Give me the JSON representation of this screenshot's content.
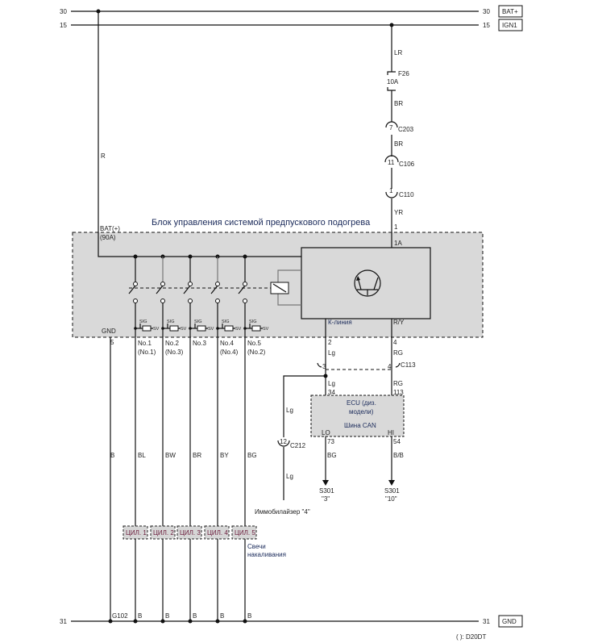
{
  "rails": {
    "bat_num_left": "30",
    "bat_num_right": "30",
    "bat_label": "BAT+",
    "ign_num_left": "15",
    "ign_num_right": "15",
    "ign_label": "IGN1",
    "gnd_num_left": "31",
    "gnd_num_right": "31",
    "gnd_label": "GND"
  },
  "feed": {
    "r_wire": "R",
    "lr": "LR",
    "fuse": "F26",
    "fuse_rating": "10A",
    "br1": "BR",
    "c203_pin": "7",
    "c203": "C203",
    "br2": "BR",
    "c106_pin": "11",
    "c106": "C106",
    "c110_pin": "1",
    "c110": "C110",
    "yr": "YR",
    "pin1": "1",
    "pin1a": "1A"
  },
  "module": {
    "title": "Блок управления системой предпускового подогрева",
    "bat": "BAT(+)",
    "bat_rating": "(90A)",
    "gnd": "GND",
    "gnd_pin": "5",
    "k_line": "К-линия",
    "ry": "R/Y",
    "sig": "SIG",
    "sv": "SV",
    "outputs": [
      {
        "name": "No.1",
        "alt": "(No.1)",
        "wire": "BL"
      },
      {
        "name": "No.2",
        "alt": "(No.3)",
        "wire": "BW"
      },
      {
        "name": "No.3",
        "alt": "",
        "wire": "BR"
      },
      {
        "name": "No.4",
        "alt": "(No.4)",
        "wire": "BY"
      },
      {
        "name": "No.5",
        "alt": "(No.2)",
        "wire": "BG"
      }
    ],
    "gnd_wire": "B"
  },
  "klink": {
    "pin2": "2",
    "lg1": "Lg",
    "c113_pin3": "3",
    "c113_pin4": "4",
    "c113": "C113",
    "lg2": "Lg",
    "pin34": "34",
    "pin4": "4",
    "rg1": "RG",
    "rg2": "RG",
    "pin113": "113",
    "lg3": "Lg",
    "c212_pin": "12",
    "c212": "C212",
    "lg4": "Lg",
    "immo": "Иммобилайзер \"4\""
  },
  "ecu": {
    "line1": "ECU (диз.",
    "line2": "модели)",
    "can": "Шина CAN",
    "lo": "LO",
    "hi": "HI",
    "pin73": "73",
    "pin54": "54",
    "bg": "BG",
    "bb": "B/B",
    "s301a": "S301",
    "s301a_pin": "\"3\"",
    "s301b": "S301",
    "s301b_pin": "\"10\""
  },
  "plugs": {
    "cylinders": [
      "ЦИЛ. 1",
      "ЦИЛ. 2",
      "ЦИЛ. 3",
      "ЦИЛ. 4",
      "ЦИЛ. 5"
    ],
    "label1": "Свечи",
    "label2": "накаливания"
  },
  "ground": {
    "g102": "G102",
    "b": [
      "B",
      "B",
      "B",
      "B",
      "B"
    ]
  },
  "footer": "(      ): D20DT"
}
